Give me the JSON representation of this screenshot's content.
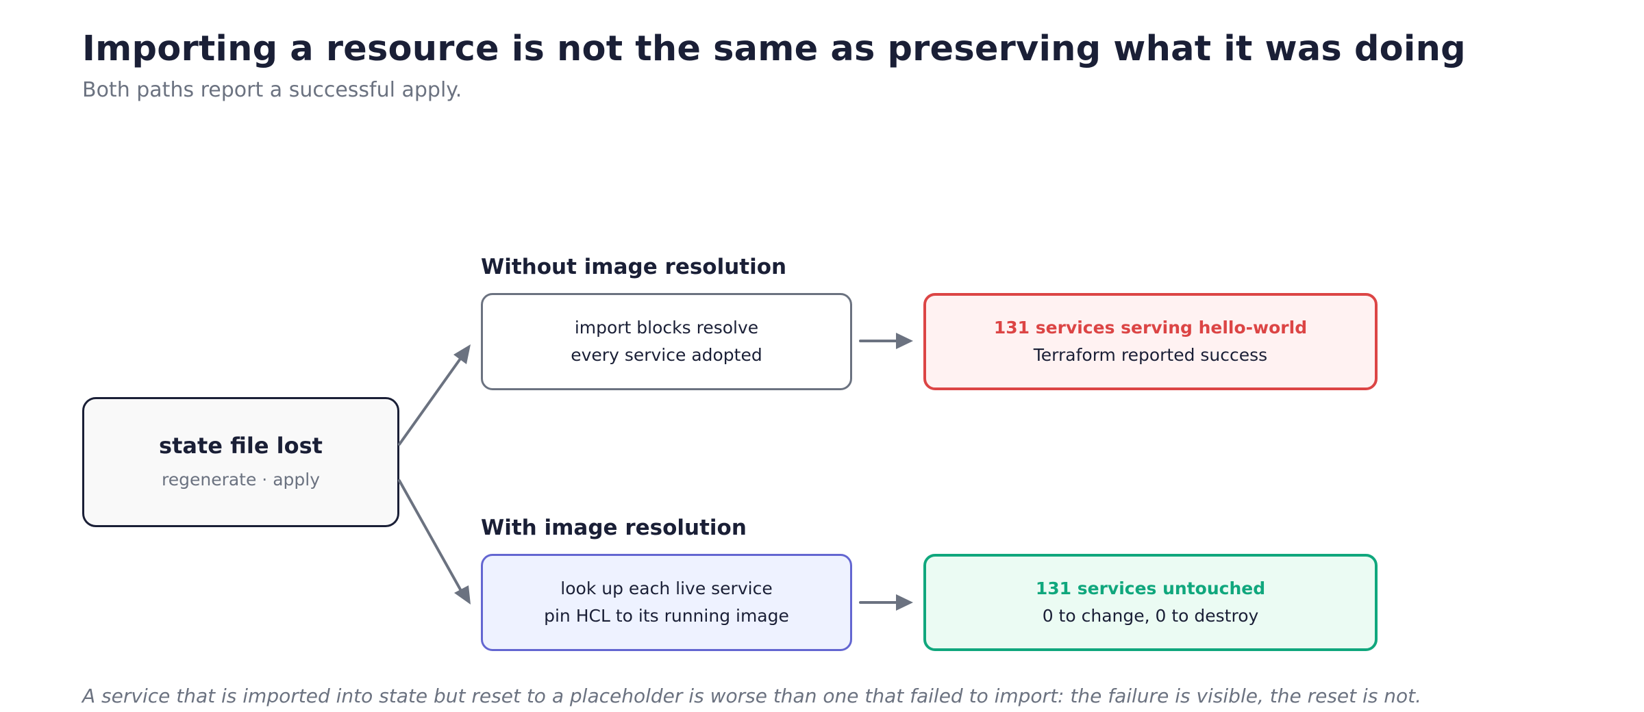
{
  "header": {
    "title": "Importing a resource is not the same as preserving what it was doing",
    "subtitle": "Both paths report a successful apply."
  },
  "origin": {
    "title": "state file lost",
    "subtitle": "regenerate · apply"
  },
  "paths": {
    "without": {
      "label": "Without image resolution",
      "step_line1": "import blocks resolve",
      "step_line2": "every service adopted",
      "result_line1": "131 services serving hello-world",
      "result_line2": "Terraform reported success"
    },
    "with": {
      "label": "With image resolution",
      "step_line1": "look up each live service",
      "step_line2": "pin HCL to its running image",
      "result_line1": "131 services untouched",
      "result_line2": "0 to change, 0 to destroy"
    }
  },
  "footnote": "A service that is imported into state but reset to a placeholder is worse than one that failed to import: the failure is visible, the reset is not.",
  "colors": {
    "text": "#1a1f36",
    "muted": "#6b7280",
    "failure": "#dc4545",
    "success": "#10a77d",
    "accent": "#6366d1"
  }
}
